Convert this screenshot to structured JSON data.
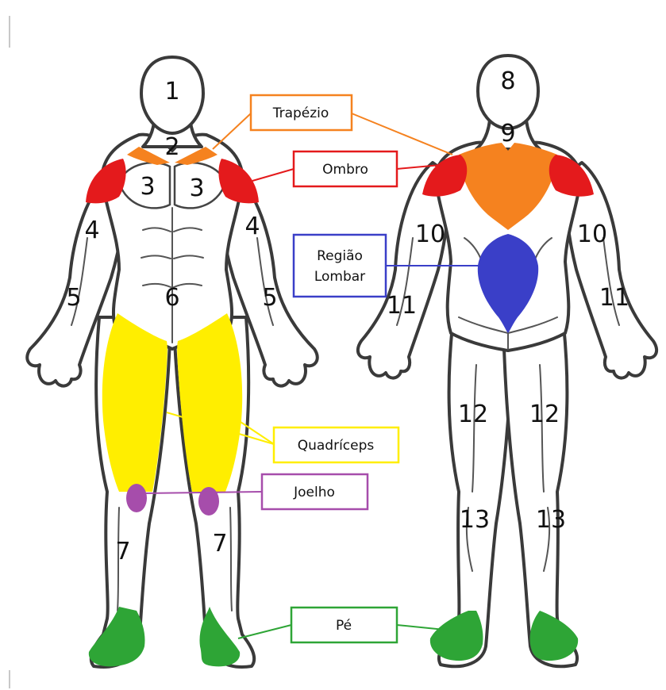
{
  "colors": {
    "trapezio": "#f5821f",
    "ombro": "#e41a1c",
    "lombar": "#3a3fc8",
    "quadriceps": "#ffee00",
    "joelho": "#a64dab",
    "pe": "#2ea536"
  },
  "labels": {
    "trapezio": "Trapézio",
    "ombro": "Ombro",
    "lombar_line1": "Região",
    "lombar_line2": "Lombar",
    "quadriceps": "Quadríceps",
    "joelho": "Joelho",
    "pe": "Pé"
  },
  "numbers": {
    "n1": "1",
    "n2": "2",
    "n3": "3",
    "n4": "4",
    "n5": "5",
    "n6": "6",
    "n7": "7",
    "n8": "8",
    "n9": "9",
    "n10": "10",
    "n11": "11",
    "n12": "12",
    "n13": "13"
  }
}
